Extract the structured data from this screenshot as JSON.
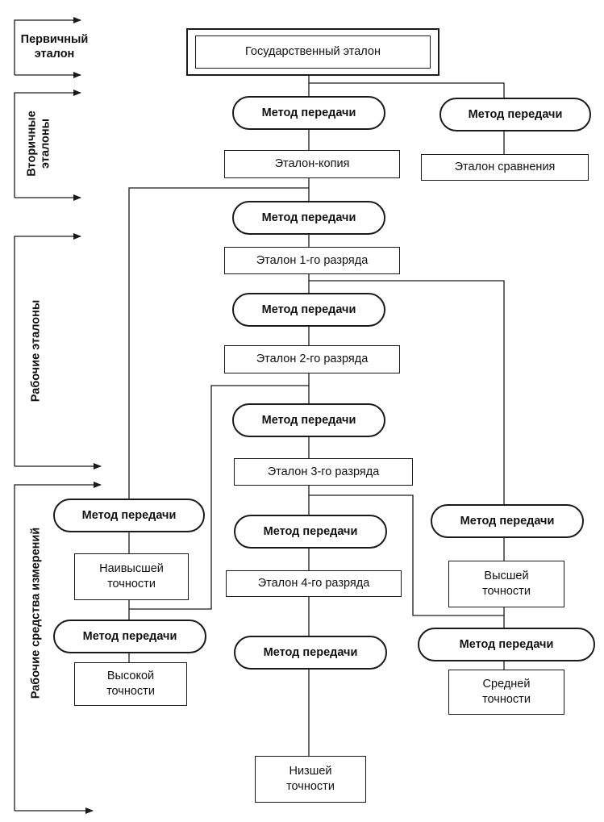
{
  "levels": {
    "primary": "Первичный\nэталон",
    "secondary": "Вторичные\nэталоны",
    "working": "Рабочие эталоны",
    "instruments": "Рабочие средства измерений"
  },
  "method_label": "Метод передачи",
  "standards": {
    "state": "Государственный эталон",
    "copy": "Эталон-копия",
    "comparison": "Эталон сравнения",
    "rank1": "Эталон 1-го разряда",
    "rank2": "Эталон 2-го разряда",
    "rank3": "Эталон 3-го разряда",
    "rank4": "Эталон 4-го разряда"
  },
  "instruments": {
    "highest": "Наивысшей\nточности",
    "high": "Высокой\nточности",
    "higher": "Высшей\nточности",
    "medium": "Средней\nточности",
    "lowest": "Низшей\nточности"
  }
}
